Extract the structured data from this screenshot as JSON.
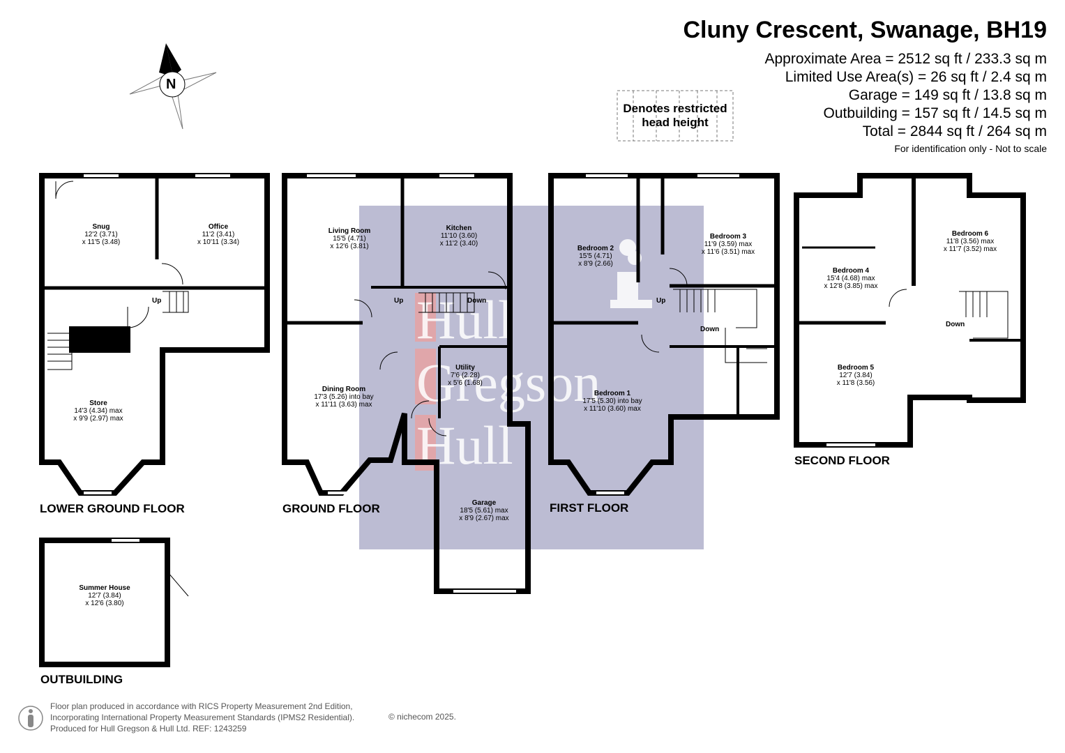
{
  "header": {
    "title": "Cluny Crescent, Swanage, BH19",
    "areas": [
      "Approximate Area = 2512 sq ft / 233.3 sq m",
      "Limited Use Area(s) = 26 sq ft / 2.4 sq m",
      "Garage = 149 sq ft / 13.8 sq m",
      "Outbuilding = 157 sq ft / 14.5 sq m",
      "Total = 2844 sq ft / 264 sq m"
    ],
    "note": "For identification only - Not to scale"
  },
  "legend": {
    "line1": "Denotes restricted",
    "line2": "head height"
  },
  "compass": {
    "label": "N"
  },
  "floors": {
    "lower_ground": "LOWER GROUND FLOOR",
    "ground": "GROUND FLOOR",
    "first": "FIRST FLOOR",
    "second": "SECOND FLOOR",
    "outbuilding": "OUTBUILDING"
  },
  "rooms": {
    "snug": {
      "name": "Snug",
      "l1": "12'2 (3.71)",
      "l2": "x 11'5 (3.48)"
    },
    "office": {
      "name": "Office",
      "l1": "11'2 (3.41)",
      "l2": "x 10'11 (3.34)"
    },
    "store": {
      "name": "Store",
      "l1": "14'3 (4.34) max",
      "l2": "x 9'9 (2.97) max"
    },
    "living": {
      "name": "Living Room",
      "l1": "15'5 (4.71)",
      "l2": "x 12'6 (3.81)"
    },
    "kitchen": {
      "name": "Kitchen",
      "l1": "11'10 (3.60)",
      "l2": "x 11'2 (3.40)"
    },
    "dining": {
      "name": "Dining Room",
      "l1": "17'3 (5.26) into bay",
      "l2": "x 11'11 (3.63) max"
    },
    "utility": {
      "name": "Utility",
      "l1": "7'6 (2.28)",
      "l2": "x 5'6 (1.68)"
    },
    "garage": {
      "name": "Garage",
      "l1": "18'5 (5.61) max",
      "l2": "x 8'9 (2.67) max"
    },
    "bed2": {
      "name": "Bedroom 2",
      "l1": "15'5 (4.71)",
      "l2": "x 8'9 (2.66)"
    },
    "bed3": {
      "name": "Bedroom 3",
      "l1": "11'9 (3.59) max",
      "l2": "x 11'6 (3.51) max"
    },
    "bed1": {
      "name": "Bedroom 1",
      "l1": "17'5 (5.30) into bay",
      "l2": "x 11'10 (3.60) max"
    },
    "bed4": {
      "name": "Bedroom 4",
      "l1": "15'4 (4.68) max",
      "l2": "x 12'8 (3.85) max"
    },
    "bed5": {
      "name": "Bedroom 5",
      "l1": "12'7 (3.84)",
      "l2": "x 11'8 (3.56)"
    },
    "bed6": {
      "name": "Bedroom 6",
      "l1": "11'8 (3.56) max",
      "l2": "x 11'7 (3.52) max"
    },
    "summer": {
      "name": "Summer House",
      "l1": "12'7 (3.84)",
      "l2": "x 12'6 (3.80)"
    }
  },
  "stairs": {
    "up": "Up",
    "down": "Down"
  },
  "watermark": {
    "line1": "Hull",
    "line2": "Gregson",
    "line3": "Hull"
  },
  "footer": {
    "line1": "Floor plan produced in accordance with RICS Property Measurement 2nd Edition,",
    "line2": "Incorporating International Property Measurement Standards (IPMS2 Residential).",
    "line3": "Produced for Hull Gregson & Hull Ltd.   REF: 1243259",
    "copyright": "© nichecom 2025."
  }
}
